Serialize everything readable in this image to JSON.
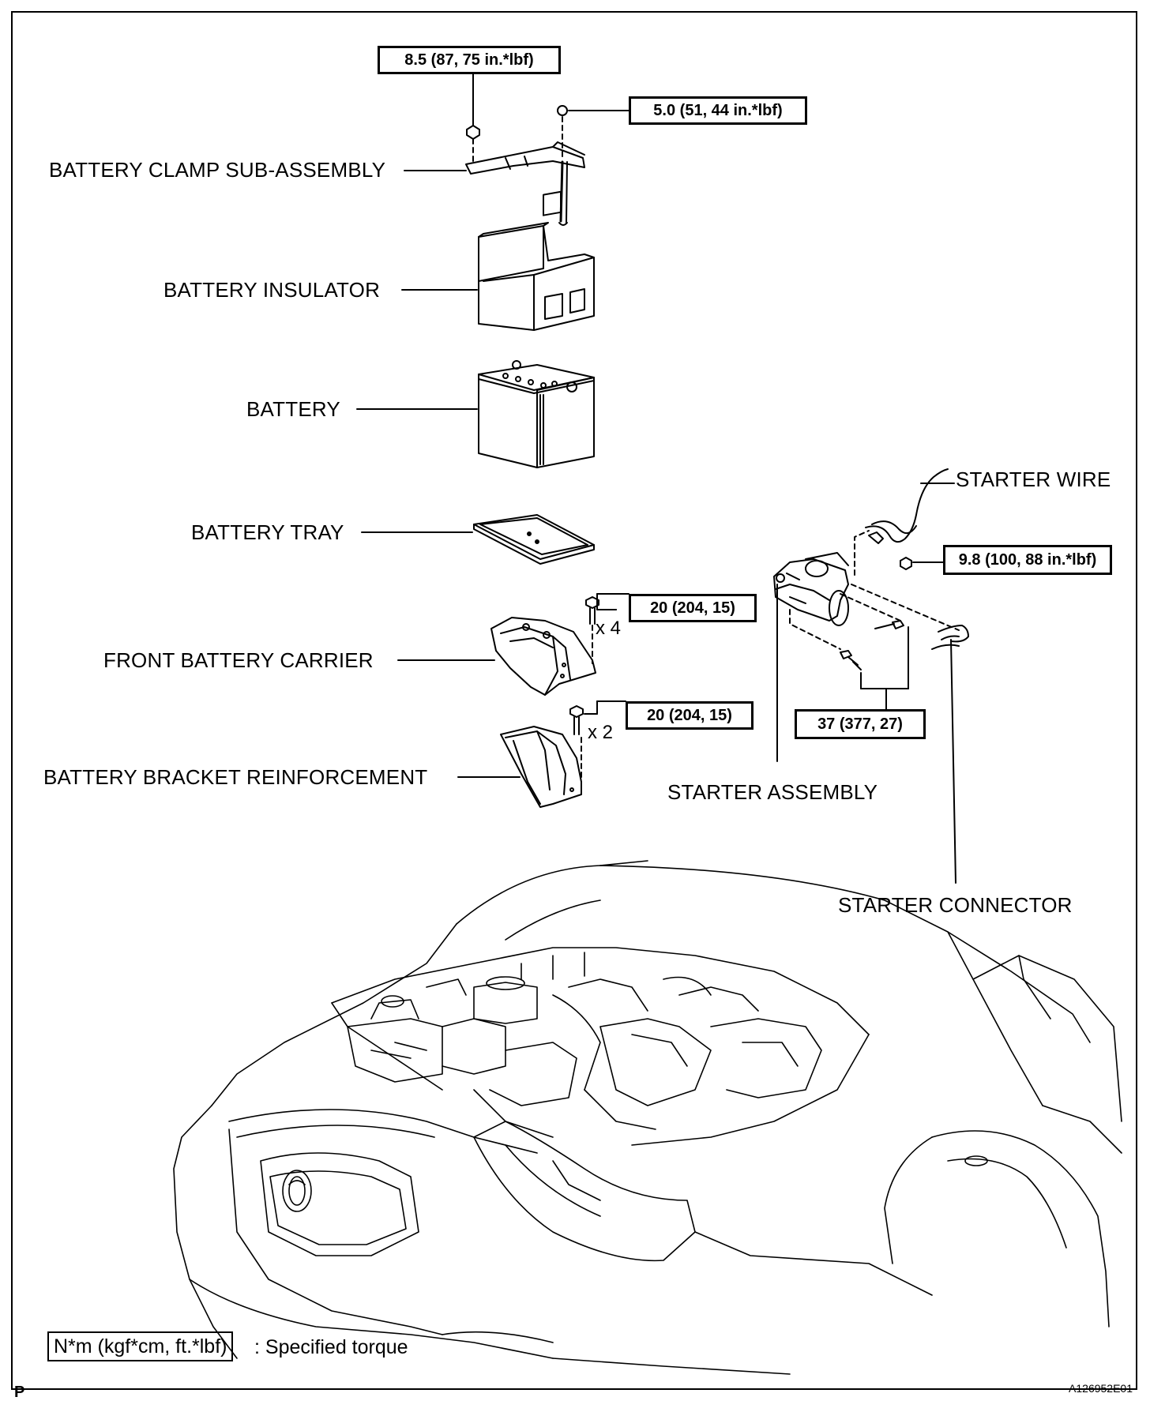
{
  "labels": {
    "battery_clamp": "BATTERY CLAMP SUB-ASSEMBLY",
    "battery_insulator": "BATTERY INSULATOR",
    "battery": "BATTERY",
    "battery_tray": "BATTERY TRAY",
    "front_battery_carrier": "FRONT BATTERY CARRIER",
    "battery_bracket_reinforcement": "BATTERY BRACKET REINFORCEMENT",
    "starter_wire": "STARTER WIRE",
    "starter_assembly": "STARTER ASSEMBLY",
    "starter_connector": "STARTER CONNECTOR"
  },
  "torques": {
    "clamp_bolt": "8.5 (87, 75 in.*lbf)",
    "clamp_nut": "5.0 (51, 44 in.*lbf)",
    "starter_wire_nut": "9.8 (100, 88 in.*lbf)",
    "carrier_bolts": "20 (204, 15)",
    "bracket_bolts": "20 (204, 15)",
    "starter_bolts": "37 (377, 27)"
  },
  "quantities": {
    "carrier_bolts": "x 4",
    "bracket_bolts": "x 2"
  },
  "legend": {
    "unit_box": "N*m (kgf*cm, ft.*lbf)",
    "description": ": Specified torque"
  },
  "corner_mark": "P",
  "figure_code": "A126952E01"
}
